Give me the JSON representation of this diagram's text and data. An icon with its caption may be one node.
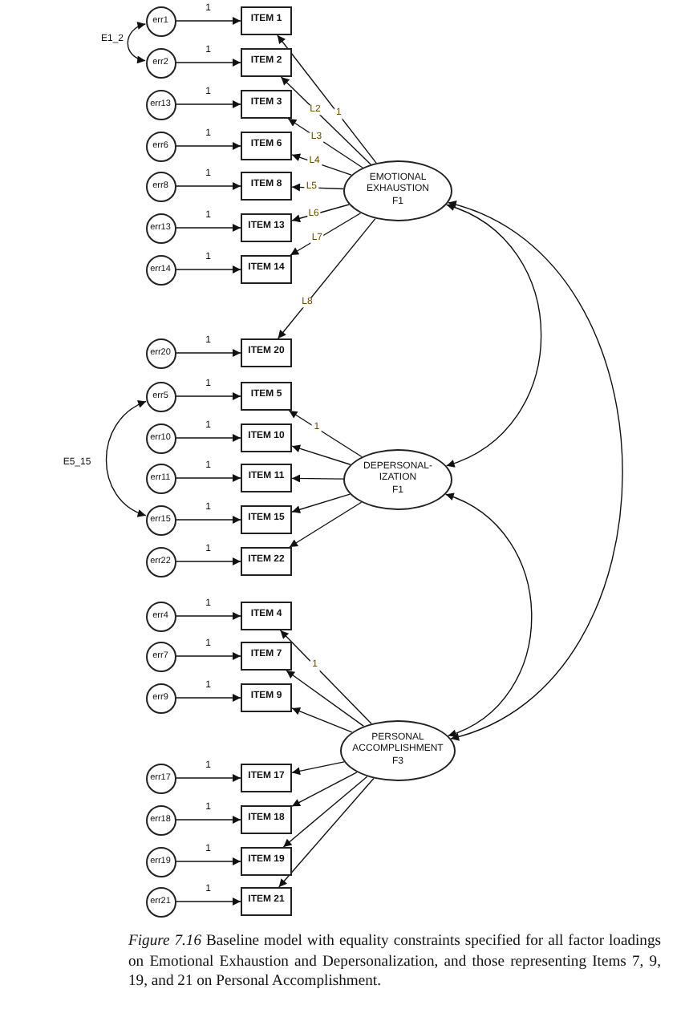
{
  "diagram": {
    "caption": "*Figure 7.16* Baseline model with equality constraints specified for all factor loadings on Emotional Exhaustion and Depersonalization, and those representing Items 7, 9, 19, and 21 on Personal Accomplishment.",
    "nodes": [
      {
        "text": [
          "err1"
        ]
      },
      {
        "text": [
          "err2"
        ]
      },
      {
        "text": [
          "err13"
        ]
      },
      {
        "text": [
          "err6"
        ]
      },
      {
        "text": [
          "err8"
        ]
      },
      {
        "text": [
          "err13"
        ]
      },
      {
        "text": [
          "err14"
        ]
      },
      {
        "text": [
          "err20"
        ]
      },
      {
        "text": [
          "err5"
        ]
      },
      {
        "text": [
          "err10"
        ]
      },
      {
        "text": [
          "err11"
        ]
      },
      {
        "text": [
          "err15"
        ]
      },
      {
        "text": [
          "err22"
        ]
      },
      {
        "text": [
          "err4"
        ]
      },
      {
        "text": [
          "err7"
        ]
      },
      {
        "text": [
          "err9"
        ]
      },
      {
        "text": [
          "err17"
        ]
      },
      {
        "text": [
          "err18"
        ]
      },
      {
        "text": [
          "err19"
        ]
      },
      {
        "text": [
          "err21"
        ]
      },
      {
        "text": [
          "ITEM 1"
        ]
      },
      {
        "text": [
          "ITEM 2"
        ]
      },
      {
        "text": [
          "ITEM 3"
        ]
      },
      {
        "text": [
          "ITEM 6"
        ]
      },
      {
        "text": [
          "ITEM 8"
        ]
      },
      {
        "text": [
          "ITEM 13"
        ]
      },
      {
        "text": [
          "ITEM 14"
        ]
      },
      {
        "text": [
          "ITEM 20"
        ]
      },
      {
        "text": [
          "ITEM 5"
        ]
      },
      {
        "text": [
          "ITEM 10"
        ]
      },
      {
        "text": [
          "ITEM 11"
        ]
      },
      {
        "text": [
          "ITEM 15"
        ]
      },
      {
        "text": [
          "ITEM 22"
        ]
      },
      {
        "text": [
          "ITEM 4"
        ]
      },
      {
        "text": [
          "ITEM 7"
        ]
      },
      {
        "text": [
          "ITEM 9"
        ]
      },
      {
        "text": [
          "ITEM 17"
        ]
      },
      {
        "text": [
          "ITEM 18"
        ]
      },
      {
        "text": [
          "ITEM 19"
        ]
      },
      {
        "text": [
          "ITEM 21"
        ]
      },
      {
        "text": [
          "EMOTIONAL EXHAUSTION",
          "F1"
        ]
      },
      {
        "text": [
          "DEPERSONAL-IZATION",
          "F1"
        ]
      },
      {
        "text": [
          "PERSONAL ACCOMPLISHMENT",
          "F3"
        ]
      }
    ],
    "edges": [
      {
        "from": 0,
        "to": 20,
        "arrow": "to",
        "label": "1"
      },
      {
        "from": 1,
        "to": 21,
        "arrow": "to",
        "label": "1"
      },
      {
        "from": 2,
        "to": 22,
        "arrow": "to",
        "label": "1"
      },
      {
        "from": 3,
        "to": 23,
        "arrow": "to",
        "label": "1"
      },
      {
        "from": 4,
        "to": 24,
        "arrow": "to",
        "label": "1"
      },
      {
        "from": 5,
        "to": 25,
        "arrow": "to",
        "label": "1"
      },
      {
        "from": 6,
        "to": 26,
        "arrow": "to",
        "label": "1"
      },
      {
        "from": 7,
        "to": 27,
        "arrow": "to",
        "label": "1"
      },
      {
        "from": 8,
        "to": 28,
        "arrow": "to",
        "label": "1"
      },
      {
        "from": 9,
        "to": 29,
        "arrow": "to",
        "label": "1"
      },
      {
        "from": 10,
        "to": 30,
        "arrow": "to",
        "label": "1"
      },
      {
        "from": 11,
        "to": 31,
        "arrow": "to",
        "label": "1"
      },
      {
        "from": 12,
        "to": 32,
        "arrow": "to",
        "label": "1"
      },
      {
        "from": 13,
        "to": 33,
        "arrow": "to",
        "label": "1"
      },
      {
        "from": 14,
        "to": 34,
        "arrow": "to",
        "label": "1"
      },
      {
        "from": 15,
        "to": 35,
        "arrow": "to",
        "label": "1"
      },
      {
        "from": 16,
        "to": 36,
        "arrow": "to",
        "label": "1"
      },
      {
        "from": 17,
        "to": 37,
        "arrow": "to",
        "label": "1"
      },
      {
        "from": 18,
        "to": 38,
        "arrow": "to",
        "label": "1"
      },
      {
        "from": 19,
        "to": 39,
        "arrow": "to",
        "label": "1"
      },
      {
        "from": 40,
        "to": 20,
        "arrow": "to",
        "label": "1"
      },
      {
        "from": 40,
        "to": 21,
        "arrow": "to",
        "label": "L2"
      },
      {
        "from": 40,
        "to": 22,
        "arrow": "to",
        "label": "L3"
      },
      {
        "from": 40,
        "to": 23,
        "arrow": "to",
        "label": "L4"
      },
      {
        "from": 40,
        "to": 24,
        "arrow": "to",
        "label": "L5"
      },
      {
        "from": 40,
        "to": 25,
        "arrow": "to",
        "label": "L6"
      },
      {
        "from": 40,
        "to": 26,
        "arrow": "to",
        "label": "L7"
      },
      {
        "from": 40,
        "to": 27,
        "arrow": "to",
        "label": "L8"
      },
      {
        "from": 41,
        "to": 28,
        "arrow": "to",
        "label": "1"
      },
      {
        "from": 41,
        "to": 29,
        "arrow": "to"
      },
      {
        "from": 41,
        "to": 30,
        "arrow": "to"
      },
      {
        "from": 41,
        "to": 31,
        "arrow": "to"
      },
      {
        "from": 41,
        "to": 32,
        "arrow": "to"
      },
      {
        "from": 42,
        "to": 33,
        "arrow": "to",
        "label": "1"
      },
      {
        "from": 42,
        "to": 34,
        "arrow": "to"
      },
      {
        "from": 42,
        "to": 35,
        "arrow": "to"
      },
      {
        "from": 42,
        "to": 36,
        "arrow": "to"
      },
      {
        "from": 42,
        "to": 37,
        "arrow": "to"
      },
      {
        "from": 42,
        "to": 38,
        "arrow": "to"
      },
      {
        "from": 42,
        "to": 39,
        "arrow": "to"
      },
      {
        "from": 0,
        "to": 1,
        "arrow": "both",
        "label": "E1_2"
      },
      {
        "from": 8,
        "to": 11,
        "arrow": "both",
        "label": "E5_15"
      },
      {
        "from": 40,
        "to": 41,
        "arrow": "both"
      },
      {
        "from": 41,
        "to": 42,
        "arrow": "both"
      },
      {
        "from": 40,
        "to": 42,
        "arrow": "both"
      }
    ]
  }
}
